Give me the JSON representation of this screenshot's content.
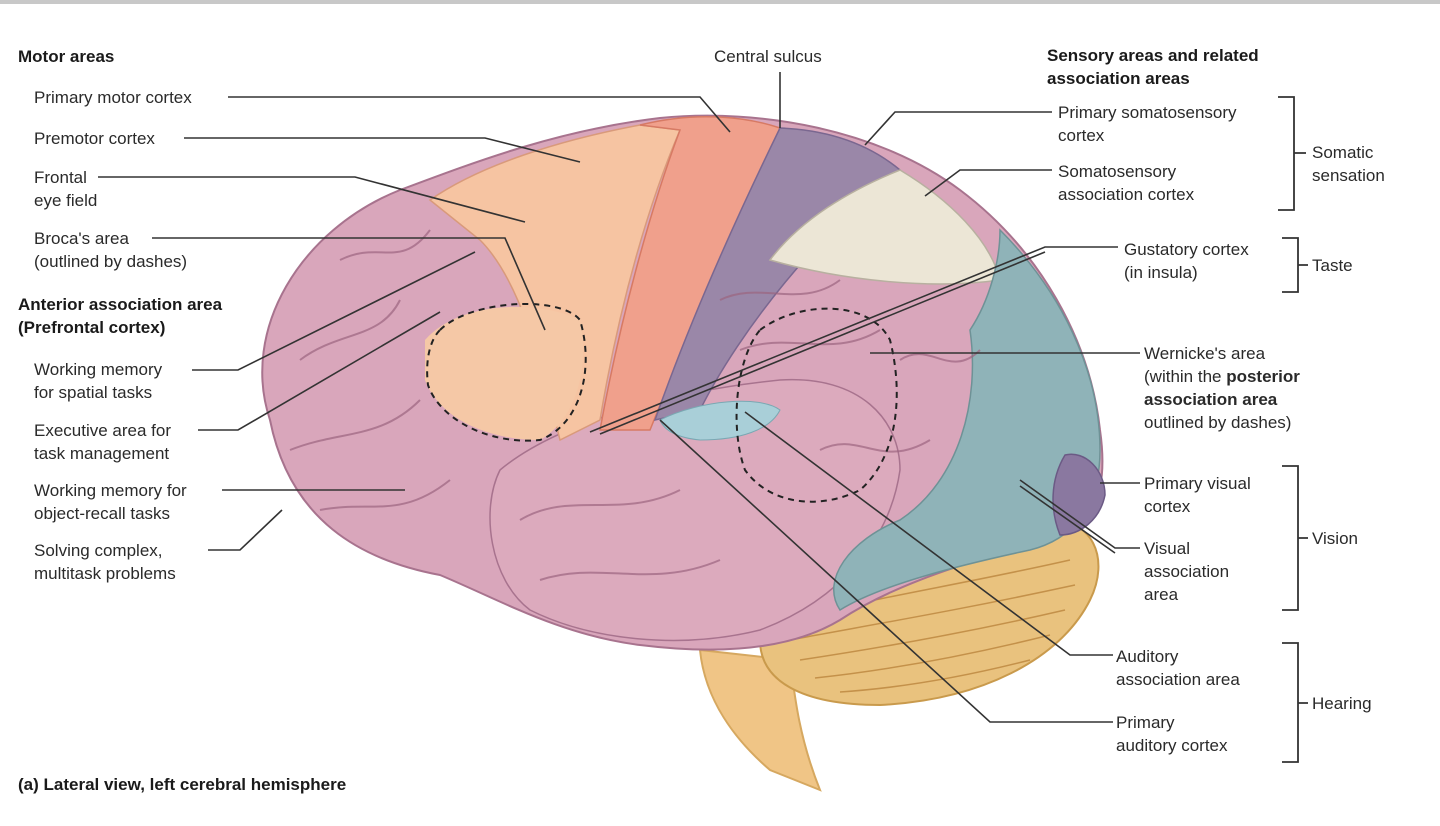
{
  "headings": {
    "motor": "Motor areas",
    "anterior_line1": "Anterior association area",
    "anterior_line2": "(Prefrontal cortex)",
    "sensory_line1": "Sensory areas and related",
    "sensory_line2": "association areas"
  },
  "left_labels": {
    "primary_motor": "Primary motor cortex",
    "premotor": "Premotor cortex",
    "frontal_eye_1": "Frontal",
    "frontal_eye_2": "eye field",
    "broca_1": "Broca's area",
    "broca_2": "(outlined by dashes)",
    "wm_spatial_1": "Working memory",
    "wm_spatial_2": "for spatial tasks",
    "exec_1": "Executive area for",
    "exec_2": "task management",
    "wm_object_1": "Working memory for",
    "wm_object_2": "object-recall tasks",
    "complex_1": "Solving complex,",
    "complex_2": "multitask problems"
  },
  "top_label": "Central sulcus",
  "right_labels": {
    "primary_somato_1": "Primary somatosensory",
    "primary_somato_2": "cortex",
    "somato_assoc_1": "Somatosensory",
    "somato_assoc_2": "association cortex",
    "gustatory_1": "Gustatory cortex",
    "gustatory_2": "(in insula)",
    "wernicke_1": "Wernicke's area",
    "wernicke_2a": "(within the ",
    "wernicke_2b": "posterior",
    "wernicke_3": "association area",
    "wernicke_4": "outlined by dashes)",
    "primary_visual_1": "Primary visual",
    "primary_visual_2": "cortex",
    "visual_assoc_1": "Visual",
    "visual_assoc_2": "association",
    "visual_assoc_3": "area",
    "auditory_assoc_1": "Auditory",
    "auditory_assoc_2": "association area",
    "primary_auditory_1": "Primary",
    "primary_auditory_2": "auditory cortex"
  },
  "brace_labels": {
    "somatic_1": "Somatic",
    "somatic_2": "sensation",
    "taste": "Taste",
    "vision": "Vision",
    "hearing": "Hearing"
  },
  "caption": "(a) Lateral view, left cerebral hemisphere",
  "colors": {
    "association_pink": "#d9a6bb",
    "motor_salmon": "#f0a08c",
    "premotor_peach": "#f6c4a2",
    "somatosensory_purple": "#9a87a8",
    "posterior_teal": "#8fb3b8",
    "cerebellum_gold": "#e9c27e",
    "leader_line": "#333333"
  }
}
